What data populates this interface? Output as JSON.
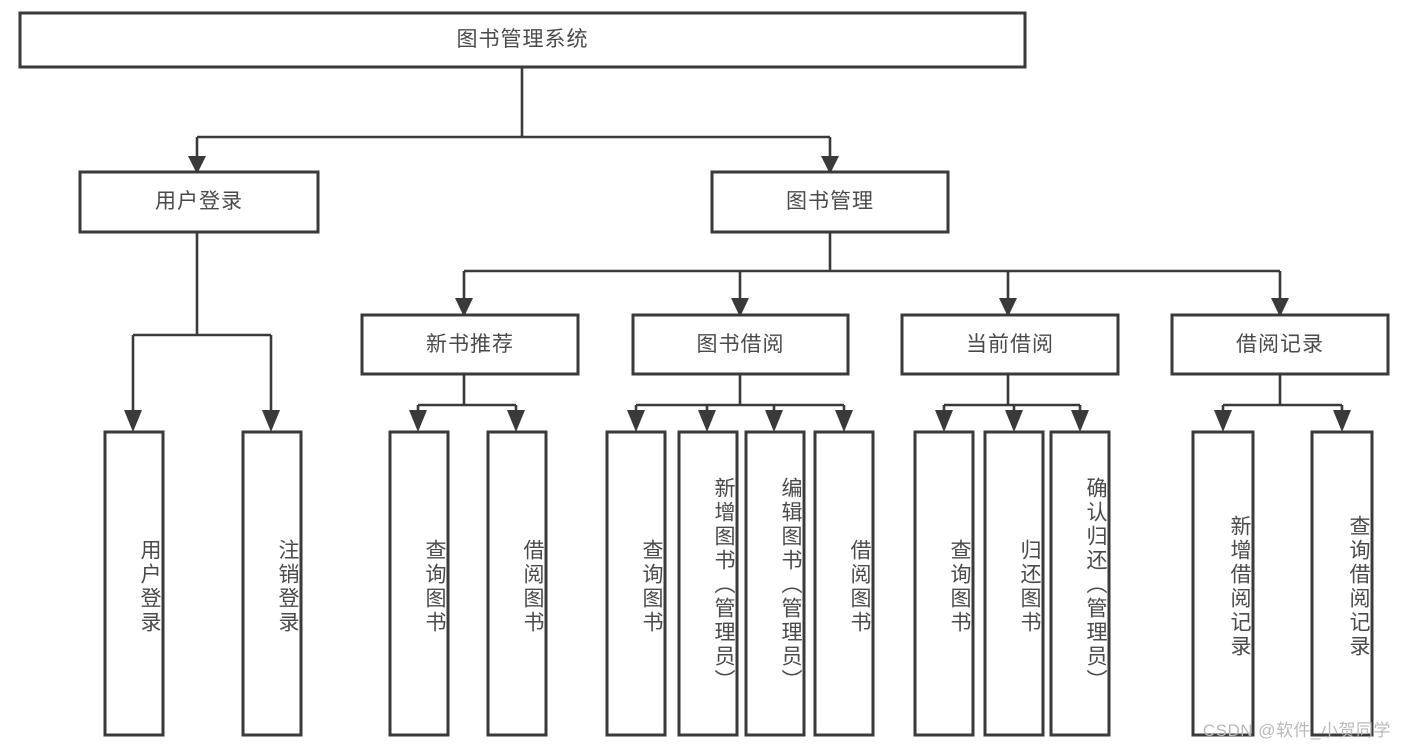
{
  "diagram": {
    "type": "hierarchy-tree",
    "title": "图书管理系统",
    "root": {
      "id": "root",
      "label": "图书管理系统"
    },
    "level2": [
      {
        "id": "user-login",
        "label": "用户登录"
      },
      {
        "id": "book-management",
        "label": "图书管理"
      }
    ],
    "level3": [
      {
        "id": "new-book-recommend",
        "label": "新书推荐",
        "parent": "book-management"
      },
      {
        "id": "book-borrow",
        "label": "图书借阅",
        "parent": "book-management"
      },
      {
        "id": "current-borrow",
        "label": "当前借阅",
        "parent": "book-management"
      },
      {
        "id": "borrow-record",
        "label": "借阅记录",
        "parent": "book-management"
      }
    ],
    "leaves": [
      {
        "id": "leaf-user-login",
        "label": "用户登录",
        "parent": "user-login"
      },
      {
        "id": "leaf-logout-login",
        "label": "注销登录",
        "parent": "user-login"
      },
      {
        "id": "leaf-query-book-1",
        "label": "查询图书",
        "parent": "new-book-recommend"
      },
      {
        "id": "leaf-borrow-book-1",
        "label": "借阅图书",
        "parent": "new-book-recommend"
      },
      {
        "id": "leaf-query-book-2",
        "label": "查询图书",
        "parent": "book-borrow"
      },
      {
        "id": "leaf-add-book",
        "label": "新增图书（管理员）",
        "parent": "book-borrow"
      },
      {
        "id": "leaf-edit-book",
        "label": "编辑图书（管理员）",
        "parent": "book-borrow"
      },
      {
        "id": "leaf-borrow-book-2",
        "label": "借阅图书",
        "parent": "book-borrow"
      },
      {
        "id": "leaf-query-book-3",
        "label": "查询图书",
        "parent": "current-borrow"
      },
      {
        "id": "leaf-return-book",
        "label": "归还图书",
        "parent": "current-borrow"
      },
      {
        "id": "leaf-confirm-return",
        "label": "确认归还（管理员）",
        "parent": "current-borrow"
      },
      {
        "id": "leaf-add-record",
        "label": "新增借阅记录",
        "parent": "borrow-record"
      },
      {
        "id": "leaf-query-record",
        "label": "查询借阅记录",
        "parent": "borrow-record"
      }
    ]
  },
  "watermark": {
    "text": "CSDN @软件_小贺同学"
  },
  "colors": {
    "box_stroke": "#3a3a3a",
    "box_fill": "#ffffff",
    "text": "#4a4a4a",
    "background": "#ffffff",
    "watermark": "#b9b9b9"
  }
}
